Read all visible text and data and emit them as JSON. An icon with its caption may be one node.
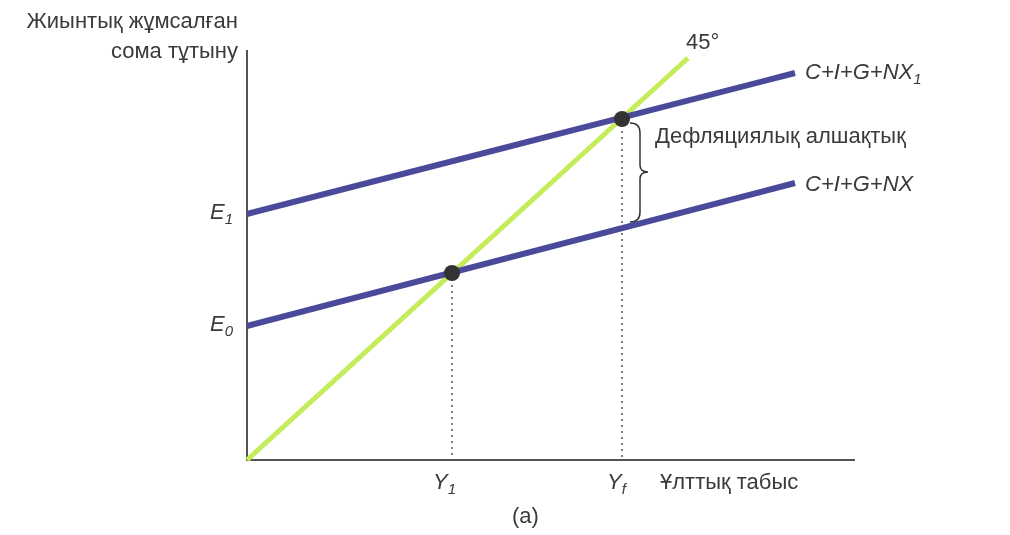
{
  "diagram": {
    "caption": "(a)",
    "labels": [
      "Жиынтық жұмсалған сома тұтыну",
      "45°",
      "C+I+G+NX$_{1}$",
      "Дефляциялық алшақтық",
      "C+I+G+NX",
      "E$_{1}$",
      "E$_{0}$",
      "Y$_{1}$",
      "Y$_{f}$",
      "Ұлттық табыс"
    ]
  }
}
